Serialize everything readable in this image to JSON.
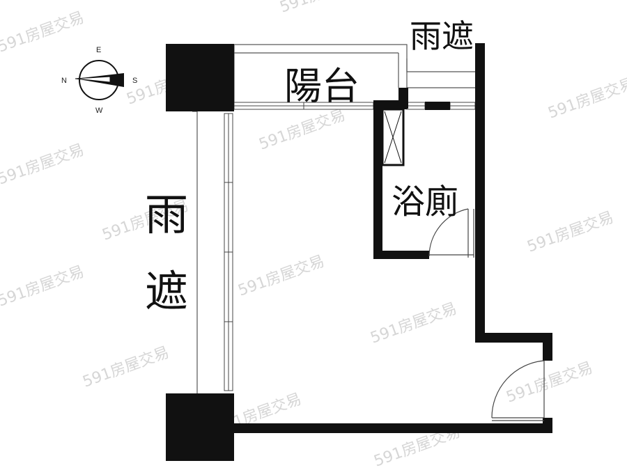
{
  "labels": {
    "balcony": "陽台",
    "canopy_top": "雨遮",
    "bathroom": "浴廁",
    "canopy_left_1": "雨",
    "canopy_left_2": "遮"
  },
  "compass": {
    "e": "E",
    "s": "S",
    "w": "W",
    "n": "N"
  },
  "watermark": "591房屋交易"
}
